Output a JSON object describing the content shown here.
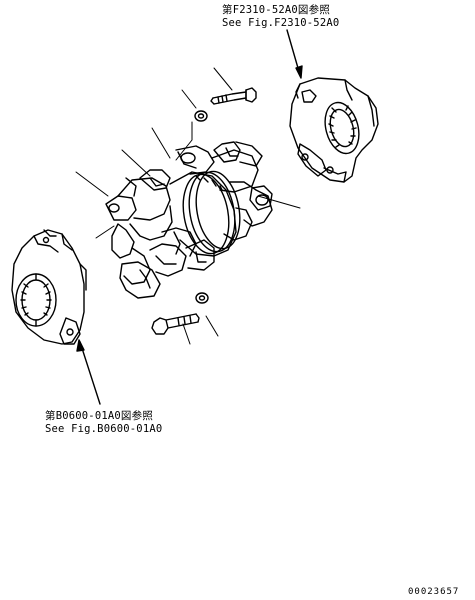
{
  "ref_top": {
    "jp": "第F2310-52A0図参照",
    "en": "See Fig.F2310-52A0"
  },
  "ref_bottom": {
    "jp": "第B0600-01A0図参照",
    "en": "See Fig.B0600-01A0"
  },
  "drawing_number": "00023657"
}
